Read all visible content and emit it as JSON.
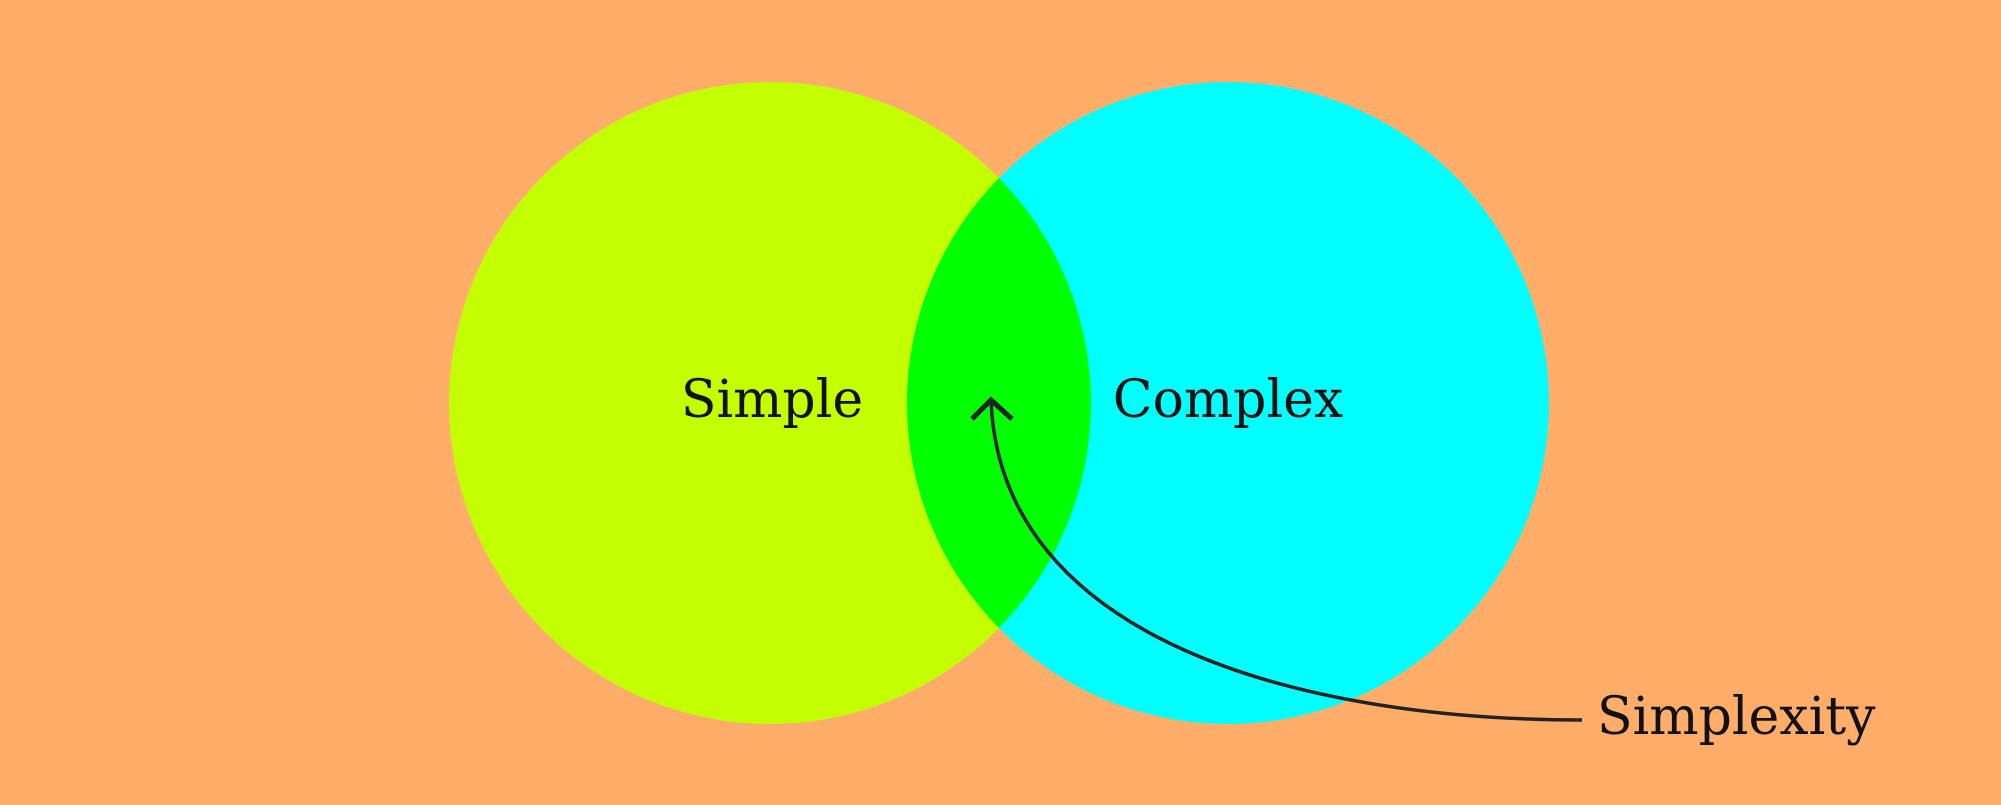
{
  "colors": {
    "background": "#FFAD69",
    "set_a": "#C4FF00",
    "set_b": "#00FFFF",
    "overlap": "#00FF00",
    "ink": "#222222"
  },
  "sets": {
    "a": {
      "label": "Simple"
    },
    "b": {
      "label": "Complex"
    }
  },
  "annotation": {
    "label": "Simplexity",
    "points_to": "overlap"
  }
}
